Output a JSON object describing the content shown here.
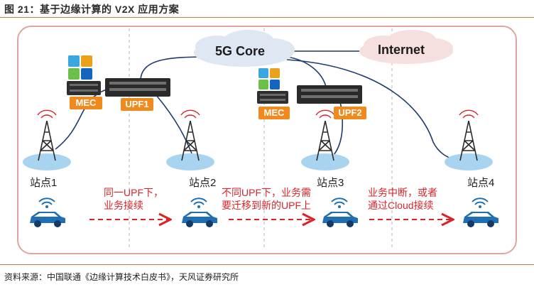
{
  "figure": {
    "title": "图 21：基于边缘计算的 V2X 应用方案",
    "source": "资料来源：中国联通《边缘计算技术白皮书》，天风证券研究所"
  },
  "clouds": {
    "core": "5G Core",
    "internet": "Internet"
  },
  "tags": {
    "mec1": "MEC",
    "upf1": "UPF1",
    "mec2": "MEC",
    "upf2": "UPF2"
  },
  "stations": [
    "站点1",
    "站点2",
    "站点3",
    "站点4"
  ],
  "notes": {
    "note1": [
      "同一UPF下，",
      "业务接续"
    ],
    "note2": [
      "不同UPF下，业务需",
      "要迁移到新的UPF上"
    ],
    "note3": [
      "业务中断，或者",
      "通过Cloud接续"
    ]
  },
  "colors": {
    "accent_red": "#d9252a",
    "tag_orange": "#f08a1c",
    "link_navy": "#1e3a6e",
    "car_blue": "#1f6fb2",
    "panel_border": "#e0a59d"
  }
}
